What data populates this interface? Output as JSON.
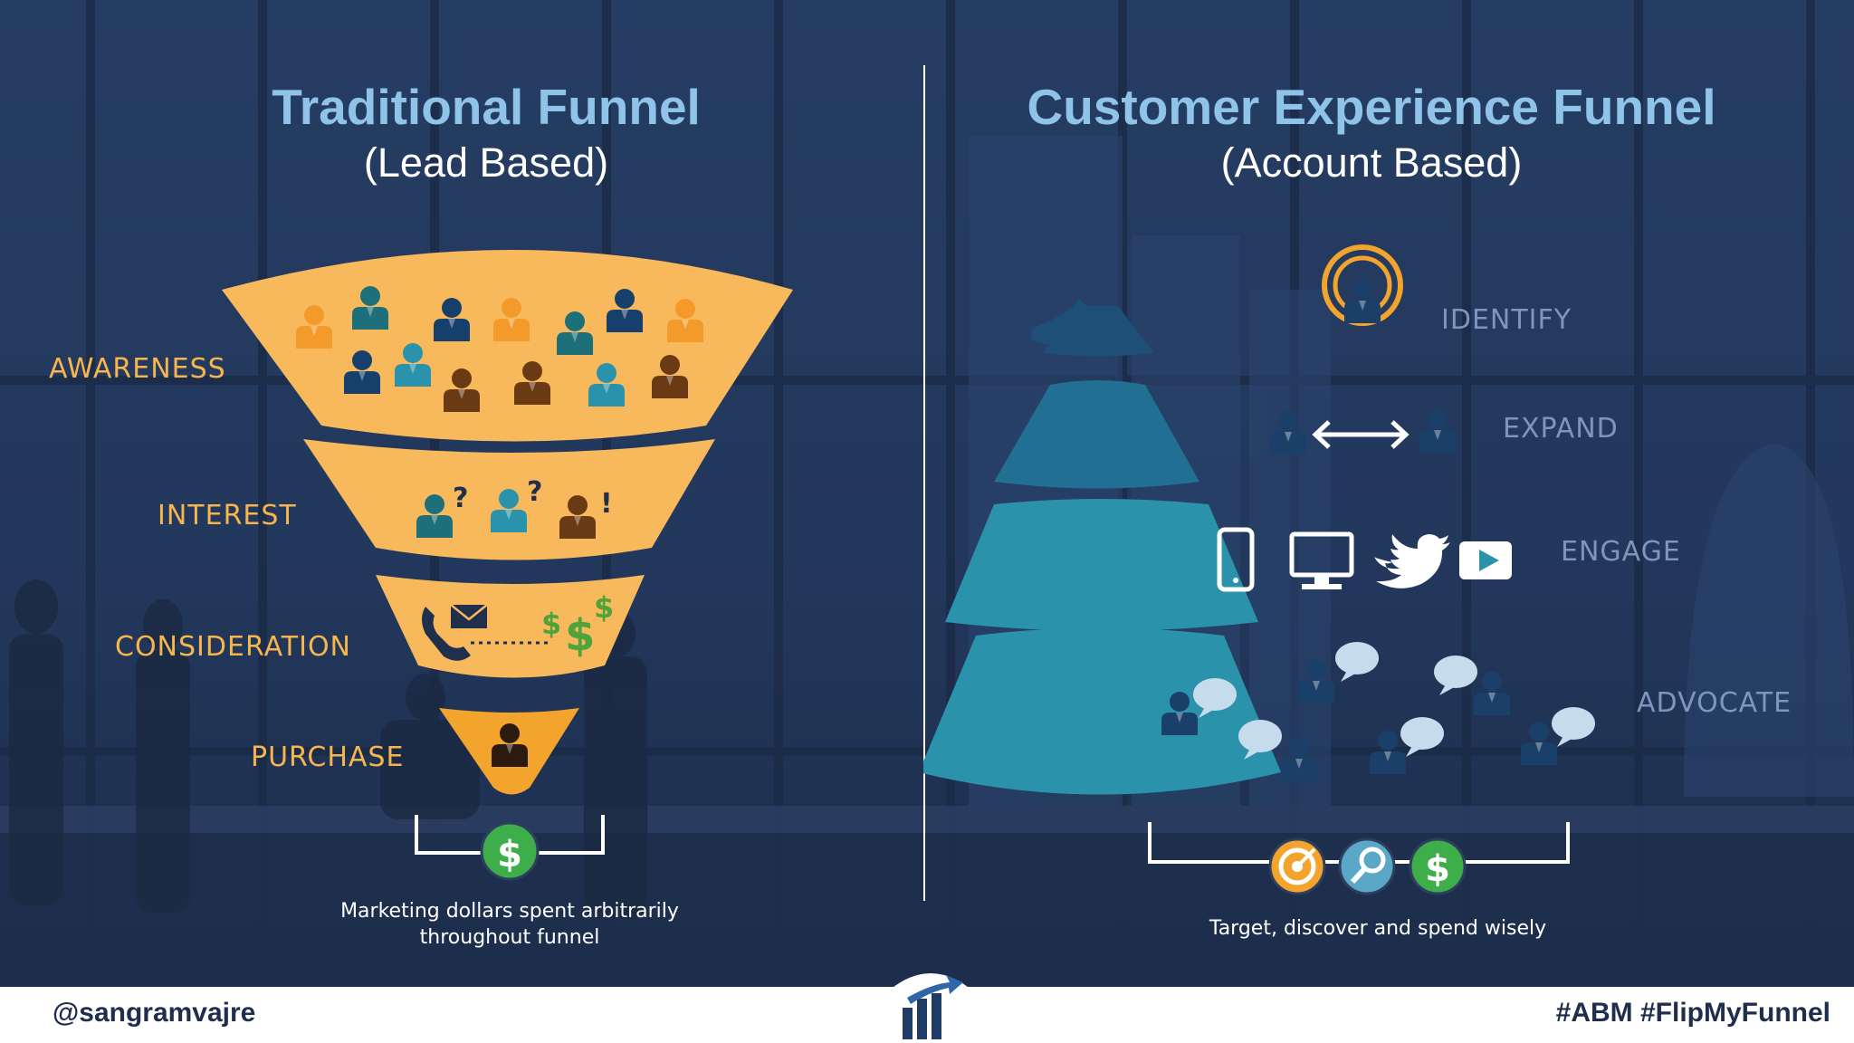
{
  "left": {
    "title": "Traditional Funnel",
    "subtitle": "(Lead Based)",
    "stages": [
      "AWARENESS",
      "INTEREST",
      "CONSIDERATION",
      "PURCHASE"
    ],
    "caption_line1": "Marketing dollars spent arbitrarily",
    "caption_line2": "throughout funnel"
  },
  "right": {
    "title": "Customer Experience Funnel",
    "subtitle": "(Account Based)",
    "stages": [
      "IDENTIFY",
      "EXPAND",
      "ENGAGE",
      "ADVOCATE"
    ],
    "caption": "Target, discover and spend wisely"
  },
  "footer": {
    "handle": "@sangramvajre",
    "hashtags": "#ABM #FlipMyFunnel"
  },
  "icons": {
    "left_money": "dollar-coin-icon",
    "right_icons": [
      "target-icon",
      "magnifier-icon",
      "dollar-coin-icon"
    ],
    "engage_icons": [
      "mobile-phone-icon",
      "monitor-icon",
      "twitter-bird-icon",
      "video-play-icon"
    ],
    "logo": "flip-my-funnel-logo"
  },
  "colors": {
    "funnel_orange": "#f8b95c",
    "dark_orange": "#f3a42c",
    "teal": "#2a93ab",
    "pyramid_navy": "#1d4f77",
    "money_green": "#3dae49",
    "title_blue": "#8fc3e8"
  }
}
